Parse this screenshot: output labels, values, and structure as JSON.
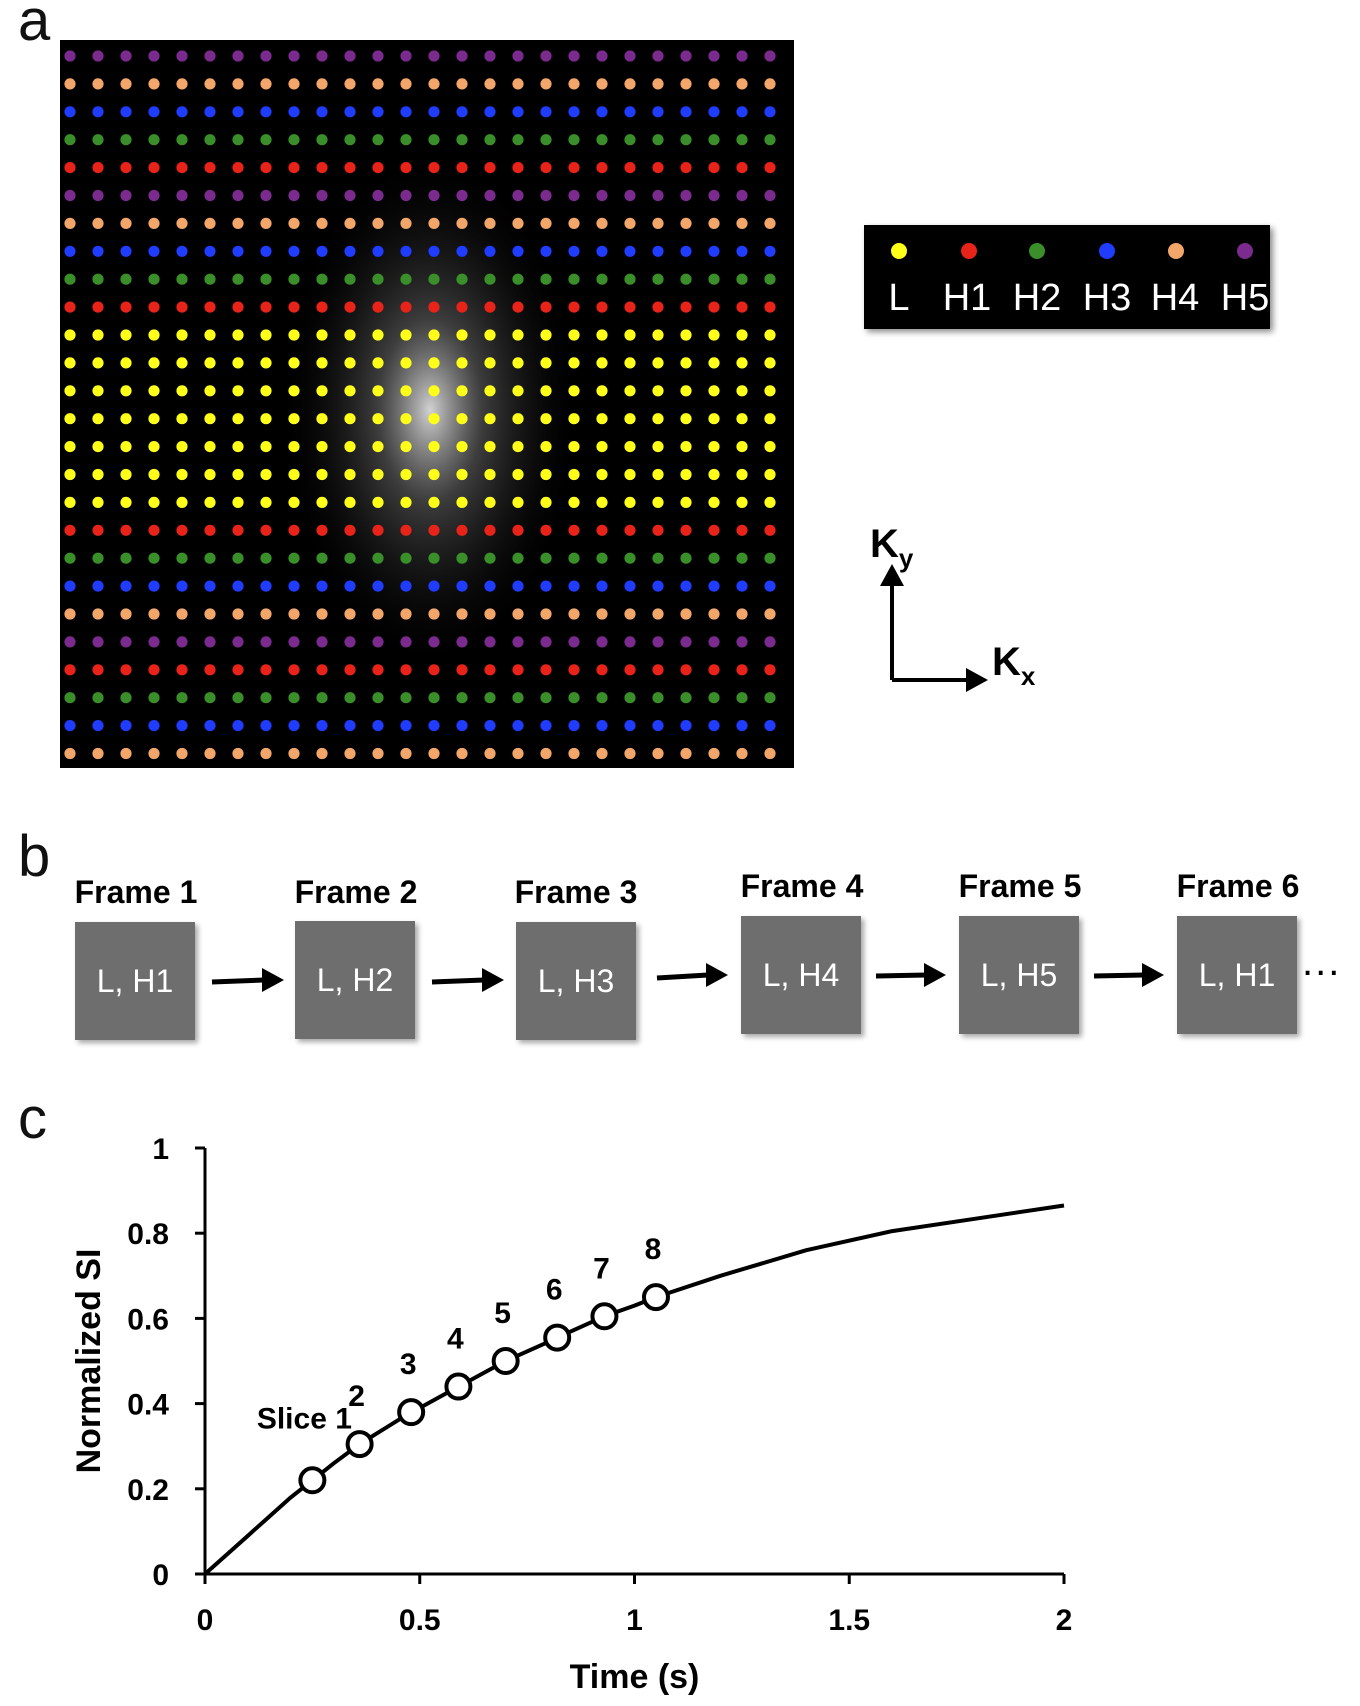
{
  "panels": {
    "a": "a",
    "b": "b",
    "c": "c"
  },
  "kspace": {
    "row_groups": [
      "H5",
      "H4",
      "H3",
      "H2",
      "H1",
      "H5",
      "H4",
      "H3",
      "H2",
      "H1",
      "L",
      "L",
      "L",
      "L",
      "L",
      "L",
      "L",
      "H1",
      "H2",
      "H3",
      "H4",
      "H5",
      "H1",
      "H2",
      "H3",
      "H4",
      "H5"
    ],
    "columns": 26,
    "background": "#000000"
  },
  "legend": {
    "items": [
      {
        "label": "L",
        "color": "#ffff1a"
      },
      {
        "label": "H1",
        "color": "#e8231a"
      },
      {
        "label": "H2",
        "color": "#3a8f2a"
      },
      {
        "label": "H3",
        "color": "#1f3cff"
      },
      {
        "label": "H4",
        "color": "#f2a66a"
      },
      {
        "label": "H5",
        "color": "#7b2a8e"
      }
    ]
  },
  "kaxes": {
    "ky": "K",
    "ky_sub": "y",
    "kx": "K",
    "kx_sub": "x"
  },
  "frames": {
    "items": [
      {
        "title": "Frame 1",
        "content": "L, H1"
      },
      {
        "title": "Frame 2",
        "content": "L, H2"
      },
      {
        "title": "Frame 3",
        "content": "L, H3"
      },
      {
        "title": "Frame 4",
        "content": "L, H4"
      },
      {
        "title": "Frame 5",
        "content": "L, H5"
      },
      {
        "title": "Frame 6",
        "content": "L, H1"
      }
    ],
    "ellipsis": "..."
  },
  "chart_data": {
    "type": "line",
    "xlabel": "Time (s)",
    "ylabel": "Normalized SI",
    "xlim": [
      0,
      2
    ],
    "ylim": [
      0,
      1
    ],
    "xticks": [
      0,
      0.5,
      1,
      1.5,
      2
    ],
    "xtick_labels": [
      "0",
      "0.5",
      "1",
      "1.5",
      "2"
    ],
    "yticks": [
      0,
      0.2,
      0.4,
      0.6,
      0.8,
      1
    ],
    "ytick_labels": [
      "0",
      "0.2",
      "0.4",
      "0.6",
      "0.8",
      "1"
    ],
    "curve": {
      "x": [
        0,
        0.1,
        0.2,
        0.25,
        0.3,
        0.36,
        0.4,
        0.48,
        0.5,
        0.59,
        0.6,
        0.7,
        0.8,
        0.82,
        0.93,
        1.0,
        1.05,
        1.2,
        1.4,
        1.6,
        1.8,
        2.0
      ],
      "y": [
        0,
        0.09,
        0.18,
        0.22,
        0.26,
        0.305,
        0.33,
        0.38,
        0.39,
        0.44,
        0.445,
        0.5,
        0.545,
        0.555,
        0.605,
        0.63,
        0.65,
        0.7,
        0.76,
        0.805,
        0.835,
        0.865
      ]
    },
    "points": [
      {
        "x": 0.25,
        "y": 0.22,
        "label": "Slice 1"
      },
      {
        "x": 0.36,
        "y": 0.305,
        "label": "2"
      },
      {
        "x": 0.48,
        "y": 0.38,
        "label": "3"
      },
      {
        "x": 0.59,
        "y": 0.44,
        "label": "4"
      },
      {
        "x": 0.7,
        "y": 0.5,
        "label": "5"
      },
      {
        "x": 0.82,
        "y": 0.555,
        "label": "6"
      },
      {
        "x": 0.93,
        "y": 0.605,
        "label": "7"
      },
      {
        "x": 1.05,
        "y": 0.65,
        "label": "8"
      }
    ],
    "grid": false
  }
}
